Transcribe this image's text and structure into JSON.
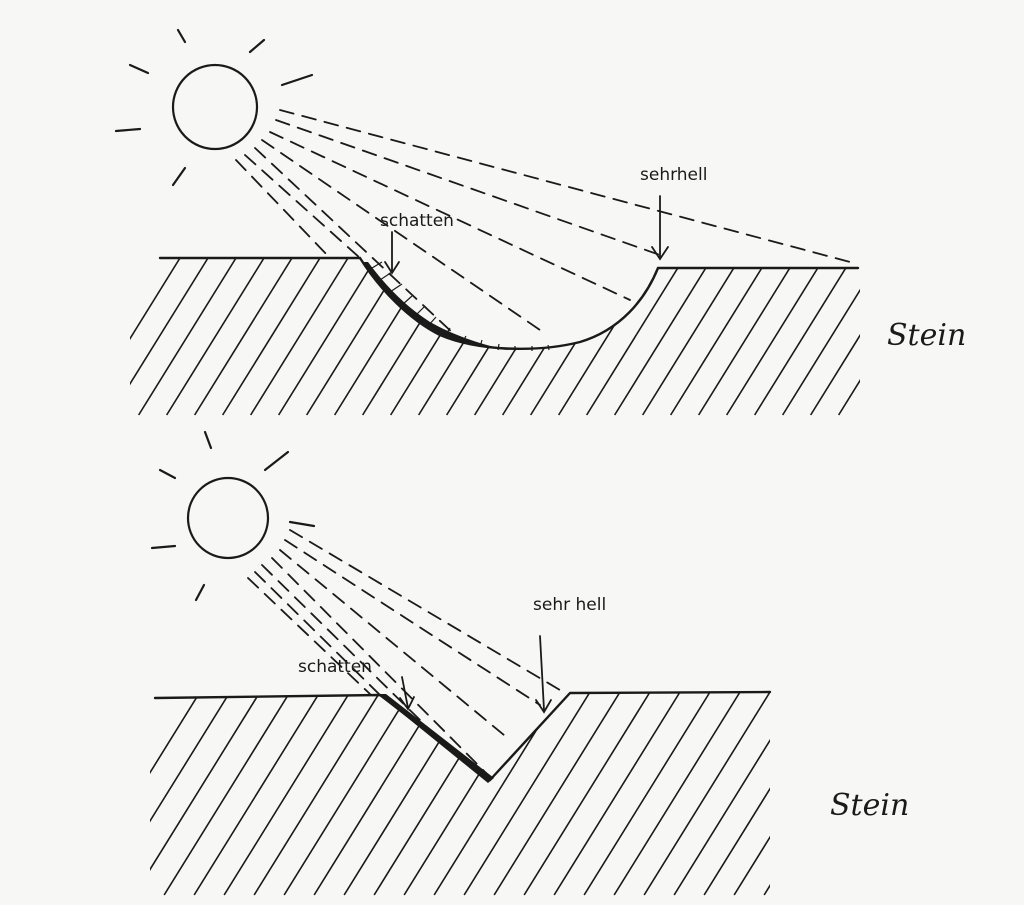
{
  "colors": {
    "ink": "#1a1a1a",
    "paper": "#f7f7f5"
  },
  "top_panel": {
    "shadow_label": "schatten",
    "bright_label": "sehrhell",
    "material_label": "Stein",
    "icon": "sun-icon"
  },
  "bottom_panel": {
    "shadow_label": "schatten",
    "bright_label": "sehr hell",
    "material_label": "Stein",
    "icon": "sun-icon"
  }
}
